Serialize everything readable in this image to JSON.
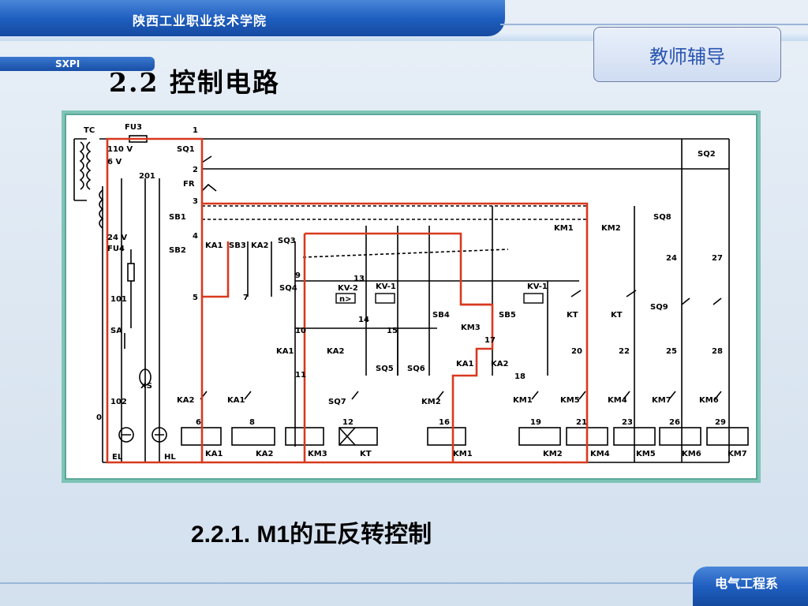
{
  "header": {
    "school_name": "陕西工业职业技术学院",
    "abbr": "SXPI"
  },
  "section_title": "2.2 控制电路",
  "teacher_button": "教师辅导",
  "subtitle": "2.2.1. M1的正反转控制",
  "footer": {
    "department": "电气工程系"
  },
  "diagram": {
    "labels": {
      "tc": "TC",
      "fu3": "FU3",
      "v110": "110 V",
      "v6": "6 V",
      "n201": "201",
      "v24": "24 V",
      "fu4": "FU4",
      "n101": "101",
      "sa": "SA",
      "xs": "XS",
      "n102": "102",
      "n0": "0",
      "el": "EL",
      "hl": "HL",
      "n1": "1",
      "sq1": "SQ1",
      "n2": "2",
      "fr": "FR",
      "n3": "3",
      "sb1": "SB1",
      "n4": "4",
      "sb2": "SB2",
      "ka1a": "KA1",
      "sb3": "SB3",
      "ka2a": "KA2",
      "sq3": "SQ3",
      "n5": "5",
      "n7": "7",
      "n9": "9",
      "sq4": "SQ4",
      "n13": "13",
      "kv2": "KV-2",
      "kv1a": "KV-1",
      "n14": "14",
      "n15": "15",
      "n10": "10",
      "ka1b": "KA1",
      "ka2b": "KA2",
      "n11": "11",
      "sq5": "SQ5",
      "sq6": "SQ6",
      "sb4": "SB4",
      "km3a": "KM3",
      "n17": "17",
      "sb5": "SB5",
      "kv1b": "KV-1",
      "ka1c": "KA1",
      "ka2c": "KA2",
      "n18": "18",
      "km1a": "KM1",
      "km2a": "KM2",
      "sq2": "SQ2",
      "sq8": "SQ8",
      "n24": "24",
      "n27": "27",
      "kt1": "KT",
      "kt2": "KT",
      "n20": "20",
      "n22": "22",
      "sq9": "SQ9",
      "n25": "25",
      "n28": "28",
      "ka2d": "KA2",
      "ka1d": "KA1",
      "sq7": "SQ7",
      "km2b": "KM2",
      "km1b": "KM1",
      "km5a": "KM5",
      "km4a": "KM4",
      "km7a": "KM7",
      "km6a": "KM6",
      "n6": "6",
      "n8": "8",
      "n12": "12",
      "n16": "16",
      "n19": "19",
      "n21": "21",
      "n23": "23",
      "n26": "26",
      "n29": "29",
      "c_ka1": "KA1",
      "c_ka2": "KA2",
      "c_km3": "KM3",
      "c_kt": "KT",
      "c_km1": "KM1",
      "c_km2": "KM2",
      "c_km4": "KM4",
      "c_km5": "KM5",
      "c_km6": "KM6",
      "c_km7": "KM7",
      "n_rpm": "n>"
    }
  }
}
